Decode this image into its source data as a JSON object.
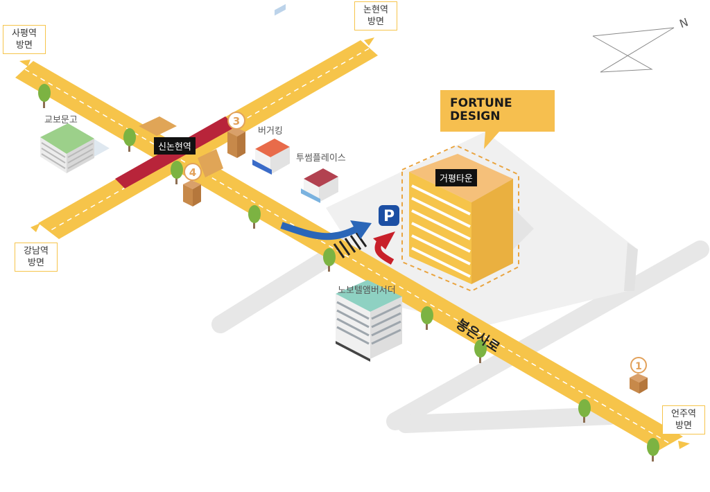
{
  "directions": {
    "sapyeong": "사평역\n방면",
    "nonhyeon": "논현역\n방면",
    "gangnam": "강남역\n방면",
    "eonju": "언주역\n방면"
  },
  "north_label": "N",
  "station": "신논현역",
  "exits": [
    "3",
    "4",
    "1"
  ],
  "landmarks": {
    "kyobo": "교보문고",
    "burgerking": "버거킹",
    "twosome": "투썸플레이스",
    "novotel": "노보텔앰버서더",
    "target_building": "거평타운"
  },
  "callout": "FORTUNE\nDESIGN",
  "road_name": "봉은사로",
  "parking": "P",
  "colors": {
    "road": "#f6c44a",
    "line9": "#b8243a",
    "parking": "#1c4fa3",
    "arrow_in": "#2a66b8",
    "arrow_out": "#c8202a",
    "exit": "#c7894a"
  }
}
